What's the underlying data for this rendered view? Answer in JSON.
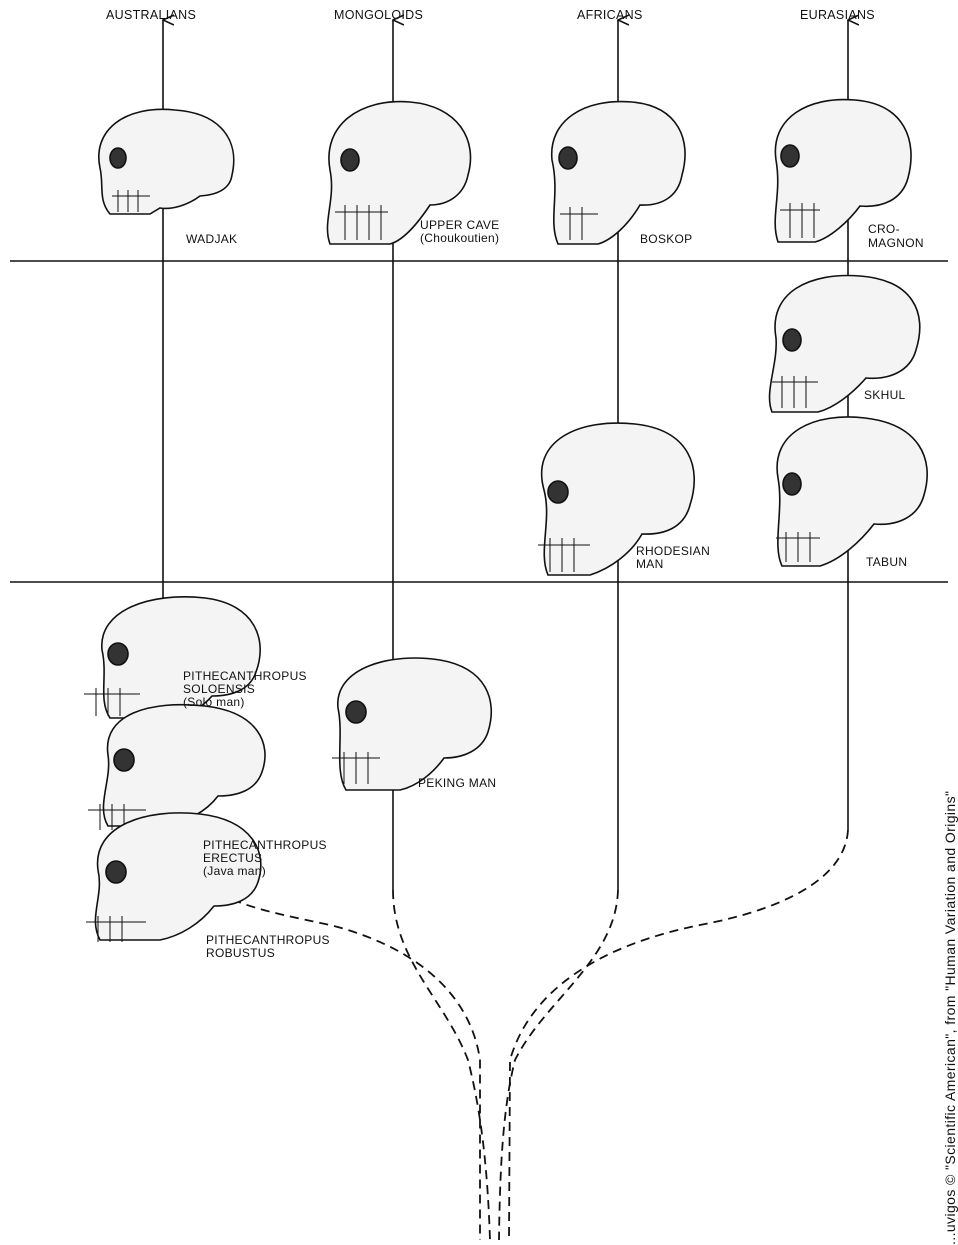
{
  "lineages": [
    {
      "name": "AUSTRALIANS"
    },
    {
      "name": "MONGOLOIDS"
    },
    {
      "name": "AFRICANS"
    },
    {
      "name": "EURASIANS"
    }
  ],
  "specimens": {
    "wadjak": "WADJAK",
    "upper_cave_1": "UPPER CAVE",
    "upper_cave_2": "(Choukoutien)",
    "boskop": "BOSKOP",
    "cro_magnon_1": "CRO-",
    "cro_magnon_2": "MAGNON",
    "skhul": "SKHUL",
    "rhodesian_1": "RHODESIAN",
    "rhodesian_2": "MAN",
    "tabun": "TABUN",
    "soloensis_1": "PITHECANTHROPUS",
    "soloensis_2": "SOLOENSIS",
    "soloensis_3": "(Solo man)",
    "peking": "PEKING MAN",
    "erectus_1": "PITHECANTHROPUS",
    "erectus_2": "ERECTUS",
    "erectus_3": "(Java man)",
    "robustus_1": "PITHECANTHROPUS",
    "robustus_2": "ROBUSTUS"
  },
  "credit": "...uvigos © \"Scientific American\", from \"Human Variation and Origins\""
}
